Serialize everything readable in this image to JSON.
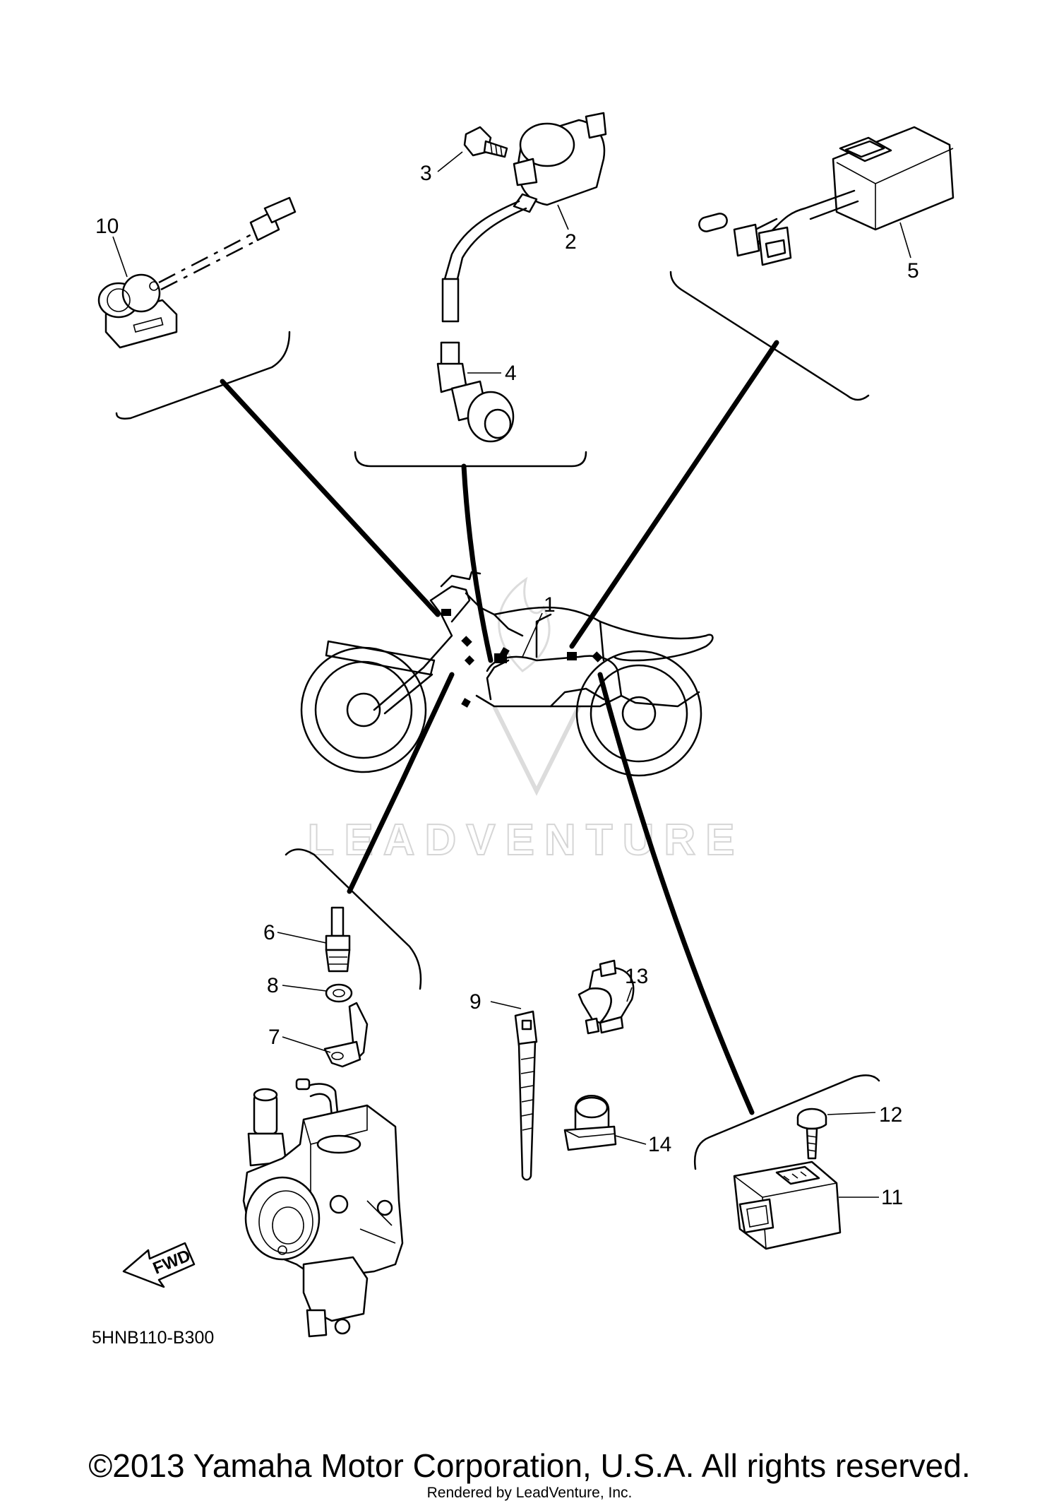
{
  "callouts": {
    "c1": "1",
    "c2": "2",
    "c3": "3",
    "c4": "4",
    "c5": "5",
    "c6": "6",
    "c7": "7",
    "c8": "8",
    "c9": "9",
    "c10": "10",
    "c11": "11",
    "c12": "12",
    "c13": "13",
    "c14": "14"
  },
  "diagram_code": "5HNB110-B300",
  "fwd_label": "FWD",
  "watermark": "LEADVENTURE",
  "footer": {
    "copyright": "©2013 Yamaha Motor Corporation, U.S.A. All rights reserved.",
    "rendered_by": "Rendered by LeadVenture, Inc."
  },
  "colors": {
    "line": "#000000",
    "background": "#ffffff",
    "watermark": "#d6d6d6"
  }
}
